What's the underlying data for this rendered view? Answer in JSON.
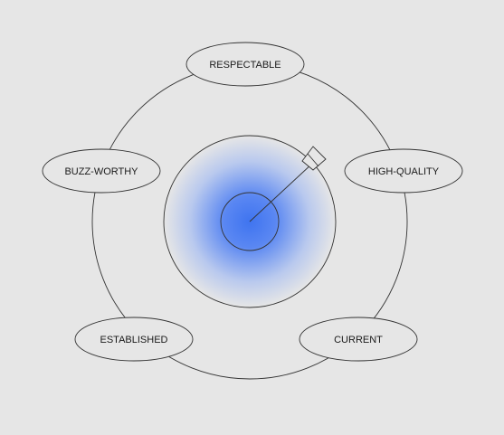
{
  "diagram": {
    "attributes": [
      {
        "id": "respectable",
        "label": "RESPECTABLE"
      },
      {
        "id": "high-quality",
        "label": "HIGH-QUALITY"
      },
      {
        "id": "current",
        "label": "CURRENT"
      },
      {
        "id": "established",
        "label": "ESTABLISHED"
      },
      {
        "id": "buzz-worthy",
        "label": "BUZZ-WORTHY"
      }
    ],
    "center_icon": "dart-arrow-icon",
    "colors": {
      "background": "#e6e6e6",
      "stroke": "#333333",
      "target_core": "#3f74f0",
      "target_fade": "#e6e6e6",
      "ellipse_fill": "#e6e6e6"
    }
  }
}
